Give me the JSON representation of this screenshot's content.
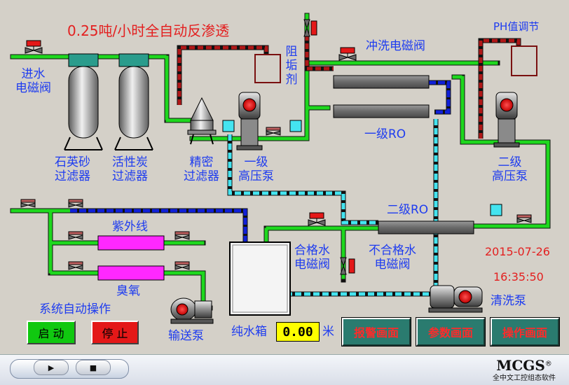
{
  "title": "0.25吨/小时全自动反渗透",
  "ph_label": "PH值调节",
  "flush_valve_label": "冲洗电磁阀",
  "antiscalant_label": [
    "阻",
    "垢",
    "剂"
  ],
  "inlet_valve_label": [
    "进水",
    "电磁阀"
  ],
  "quartz_filter_label": [
    "石英砂",
    "过滤器"
  ],
  "carbon_filter_label": [
    "活性炭",
    "过滤器"
  ],
  "precision_filter_label": [
    "精密",
    "过滤器"
  ],
  "pump1_label": [
    "一级",
    "高压泵"
  ],
  "pump2_label": [
    "二级",
    "高压泵"
  ],
  "ro1_label": "一级RO",
  "ro2_label": "二级RO",
  "uv_label": "紫外线",
  "ozone_label": "臭氧",
  "qualified_valve_label": [
    "合格水",
    "电磁阀"
  ],
  "unqualified_valve_label": [
    "不合格水",
    "电磁阀"
  ],
  "date": "2015-07-26",
  "time": "16:35:50",
  "clean_pump_label": "清洗泵",
  "auto_op_label": "系统自动操作",
  "start_label": "启 动",
  "stop_label": "停 止",
  "transfer_pump_label": "输送泵",
  "tank_label": "纯水箱",
  "level_value": "0.00",
  "level_unit": "米",
  "nav": {
    "alarm": "报警画面",
    "params": "参数画面",
    "operation": "操作画面"
  },
  "player": {
    "play_glyph": "▶",
    "stop_glyph": "■"
  },
  "brand": {
    "name": "MCGS",
    "reg": "®",
    "subtitle": "全中文工控组态软件"
  },
  "colors": {
    "pipe_green": "#1ed81e",
    "pipe_red": "#b01818",
    "pipe_cyan": "#44e4f0",
    "pipe_blue": "#1020d8",
    "label_blue": "#1e3cf0",
    "title_red": "#e32020",
    "nav_bg": "#2a7b6f",
    "start_bg": "#10c810",
    "stop_bg": "#e41818",
    "uv_fill": "#ff28ff",
    "level_bg": "#ffff00"
  }
}
